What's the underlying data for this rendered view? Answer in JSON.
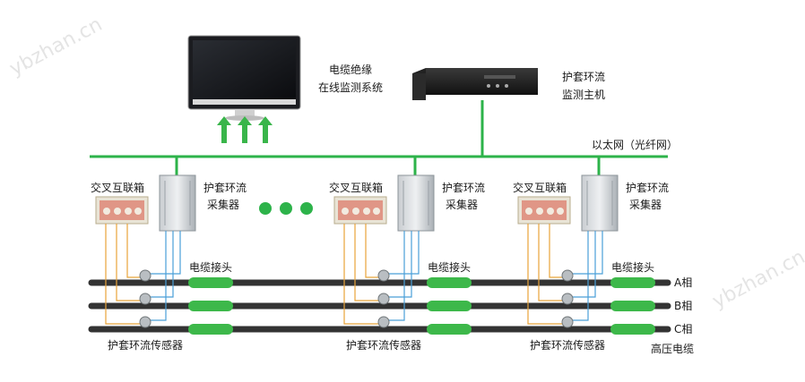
{
  "watermarks": [
    "ybzhan.cn",
    "ybzhan.cn"
  ],
  "monitor_system": {
    "line1": "电缆绝缘",
    "line2": "在线监测系统"
  },
  "host": {
    "line1": "护套环流",
    "line2": "监测主机"
  },
  "network_label": "以太网（光纤网）",
  "groups": [
    {
      "box_label": "交叉互联箱",
      "collector_line1": "护套环流",
      "collector_line2": "采集器",
      "joint_label": "电缆接头",
      "sensor_label": "护套环流传感器"
    },
    {
      "box_label": "交叉互联箱",
      "collector_line1": "护套环流",
      "collector_line2": "采集器",
      "joint_label": "电缆接头",
      "sensor_label": "护套环流传感器"
    },
    {
      "box_label": "交叉互联箱",
      "collector_line1": "护套环流",
      "collector_line2": "采集器",
      "joint_label": "电缆接头",
      "sensor_label": "护套环流传感器"
    }
  ],
  "phases": [
    "A相",
    "B相",
    "C相"
  ],
  "cable_label": "高压电缆",
  "colors": {
    "network": "#2db34a",
    "cable": "#333333",
    "joint": "#3db84a",
    "wire_orange": "#e8a33a",
    "wire_blue": "#4a9fd8"
  }
}
